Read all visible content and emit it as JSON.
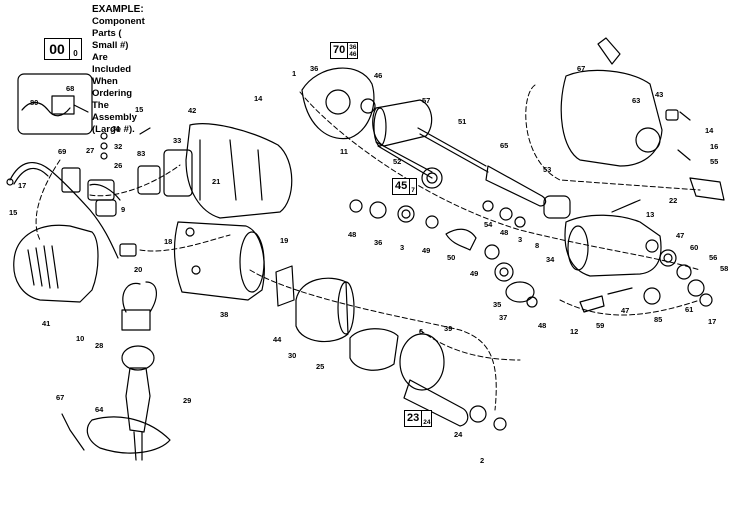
{
  "legend": {
    "heading": "EXAMPLE:",
    "line1": "Component Parts (  Small #)",
    "line2": "Are Included When Ordering",
    "line3": "The Assembly (Large #).",
    "box_large": "00",
    "box_small": "0"
  },
  "assemblies": [
    {
      "id": "a70",
      "large": "70",
      "small": [
        "36",
        "46"
      ]
    },
    {
      "id": "a45",
      "large": "45",
      "small": [
        "7"
      ]
    },
    {
      "id": "a23",
      "large": "23",
      "small": [
        "24"
      ]
    }
  ],
  "callouts": [
    {
      "id": "c67a",
      "label": "67"
    },
    {
      "id": "c63",
      "label": "63"
    },
    {
      "id": "c43",
      "label": "43"
    },
    {
      "id": "c14a",
      "label": "14"
    },
    {
      "id": "c16",
      "label": "16"
    },
    {
      "id": "c55",
      "label": "55"
    },
    {
      "id": "c22",
      "label": "22"
    },
    {
      "id": "c36a",
      "label": "36"
    },
    {
      "id": "c46",
      "label": "46"
    },
    {
      "id": "c57",
      "label": "57"
    },
    {
      "id": "c14b",
      "label": "14"
    },
    {
      "id": "c51",
      "label": "51"
    },
    {
      "id": "c11",
      "label": "11"
    },
    {
      "id": "c52",
      "label": "52"
    },
    {
      "id": "c65",
      "label": "65"
    },
    {
      "id": "c53",
      "label": "53"
    },
    {
      "id": "c15a",
      "label": "15"
    },
    {
      "id": "c31",
      "label": "31"
    },
    {
      "id": "c32",
      "label": "32"
    },
    {
      "id": "c26",
      "label": "26"
    },
    {
      "id": "c42",
      "label": "42"
    },
    {
      "id": "c68",
      "label": "68"
    },
    {
      "id": "c80",
      "label": "80"
    },
    {
      "id": "c27",
      "label": "27"
    },
    {
      "id": "c69",
      "label": "69"
    },
    {
      "id": "c33",
      "label": "33"
    },
    {
      "id": "c83",
      "label": "83"
    },
    {
      "id": "c21",
      "label": "21"
    },
    {
      "id": "c17",
      "label": "17"
    },
    {
      "id": "c9",
      "label": "9"
    },
    {
      "id": "c15b",
      "label": "15"
    },
    {
      "id": "c18",
      "label": "18"
    },
    {
      "id": "c19",
      "label": "19"
    },
    {
      "id": "c20",
      "label": "20"
    },
    {
      "id": "c48a",
      "label": "48"
    },
    {
      "id": "c36b",
      "label": "36"
    },
    {
      "id": "c3a",
      "label": "3"
    },
    {
      "id": "c49",
      "label": "49"
    },
    {
      "id": "c50",
      "label": "50"
    },
    {
      "id": "c54",
      "label": "54"
    },
    {
      "id": "c48b",
      "label": "48"
    },
    {
      "id": "c3b",
      "label": "3"
    },
    {
      "id": "c8",
      "label": "8"
    },
    {
      "id": "c13",
      "label": "13"
    },
    {
      "id": "c34",
      "label": "34"
    },
    {
      "id": "c47a",
      "label": "47"
    },
    {
      "id": "c60",
      "label": "60"
    },
    {
      "id": "c56",
      "label": "56"
    },
    {
      "id": "c58",
      "label": "58"
    },
    {
      "id": "c61",
      "label": "61"
    },
    {
      "id": "c17b",
      "label": "17"
    },
    {
      "id": "c41",
      "label": "41"
    },
    {
      "id": "c10",
      "label": "10"
    },
    {
      "id": "c28",
      "label": "28"
    },
    {
      "id": "c38",
      "label": "38"
    },
    {
      "id": "c44",
      "label": "44"
    },
    {
      "id": "c30",
      "label": "30"
    },
    {
      "id": "c25",
      "label": "25"
    },
    {
      "id": "c6",
      "label": "6"
    },
    {
      "id": "c39",
      "label": "39"
    },
    {
      "id": "c35",
      "label": "35"
    },
    {
      "id": "c37",
      "label": "37"
    },
    {
      "id": "c48c",
      "label": "48"
    },
    {
      "id": "c12",
      "label": "12"
    },
    {
      "id": "c59",
      "label": "59"
    },
    {
      "id": "c47b",
      "label": "47"
    },
    {
      "id": "c85",
      "label": "85"
    },
    {
      "id": "c24",
      "label": "24"
    },
    {
      "id": "c2",
      "label": "2"
    },
    {
      "id": "c29",
      "label": "29"
    },
    {
      "id": "c67b",
      "label": "67"
    },
    {
      "id": "c64",
      "label": "64"
    },
    {
      "id": "c1",
      "label": "1"
    },
    {
      "id": "c49b",
      "label": "49"
    }
  ]
}
